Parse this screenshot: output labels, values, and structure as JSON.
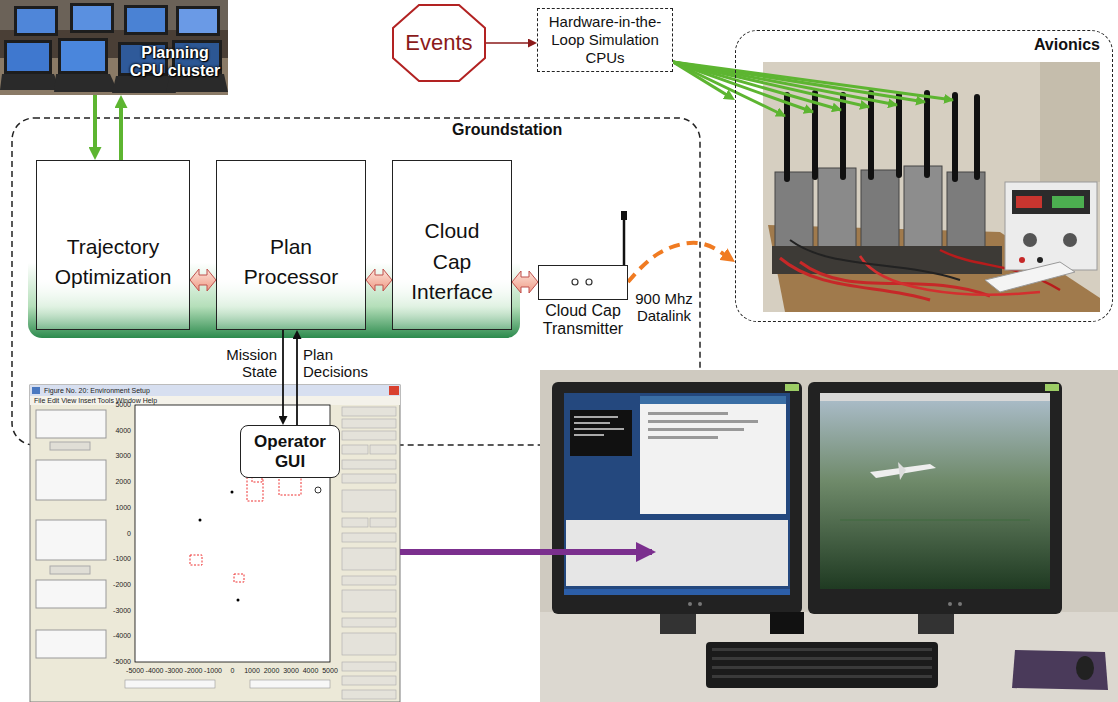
{
  "diagram": {
    "nodes": [
      {
        "text": [
          "Planning CPU cluster"
        ]
      },
      {
        "text": [
          "Events"
        ]
      },
      {
        "text": [
          "Hardware-in-the-Loop Simulation CPUs"
        ]
      },
      {
        "text": [
          "Avionics"
        ]
      },
      {
        "text": [
          "Groundstation"
        ]
      },
      {
        "text": [
          "Trajectory Optimization"
        ],
        "in": 4
      },
      {
        "text": [
          "Plan Processor"
        ],
        "in": 4
      },
      {
        "text": [
          "Cloud Cap Interface"
        ],
        "in": 4
      },
      {
        "text": [
          "Cloud Cap Transmitter"
        ],
        "in": 4
      },
      {
        "text": [
          "Operator GUI"
        ]
      }
    ],
    "edges": [
      {
        "from": 0,
        "to": 5,
        "arrow": "to"
      },
      {
        "from": 5,
        "to": 0,
        "arrow": "to"
      },
      {
        "from": 1,
        "to": 2,
        "arrow": "to"
      },
      {
        "from": 2,
        "to": 3,
        "arrow": "to"
      },
      {
        "from": 5,
        "to": 6,
        "arrow": "both"
      },
      {
        "from": 6,
        "to": 7,
        "arrow": "both"
      },
      {
        "from": 7,
        "to": 8,
        "arrow": "both"
      },
      {
        "from": 8,
        "to": 3,
        "label": "900 Mhz Datalink",
        "arrow": "to"
      },
      {
        "from": 6,
        "to": 9,
        "label": "Mission State",
        "arrow": "to"
      },
      {
        "from": 9,
        "to": 6,
        "label": "Plan Decisions",
        "arrow": "to"
      }
    ],
    "labels": [
      "Figure No. 20: Environment Setup",
      "File Edit View Insert Tools Window Help",
      "5000",
      "4000",
      "3000",
      "2000",
      "1000",
      "0",
      "-1000",
      "-2000",
      "-3000",
      "-4000",
      "-5000",
      "-5000",
      "-4000",
      "-3000",
      "-2000",
      "-1000",
      "0",
      "1000",
      "2000",
      "3000",
      "4000",
      "5000"
    ]
  }
}
